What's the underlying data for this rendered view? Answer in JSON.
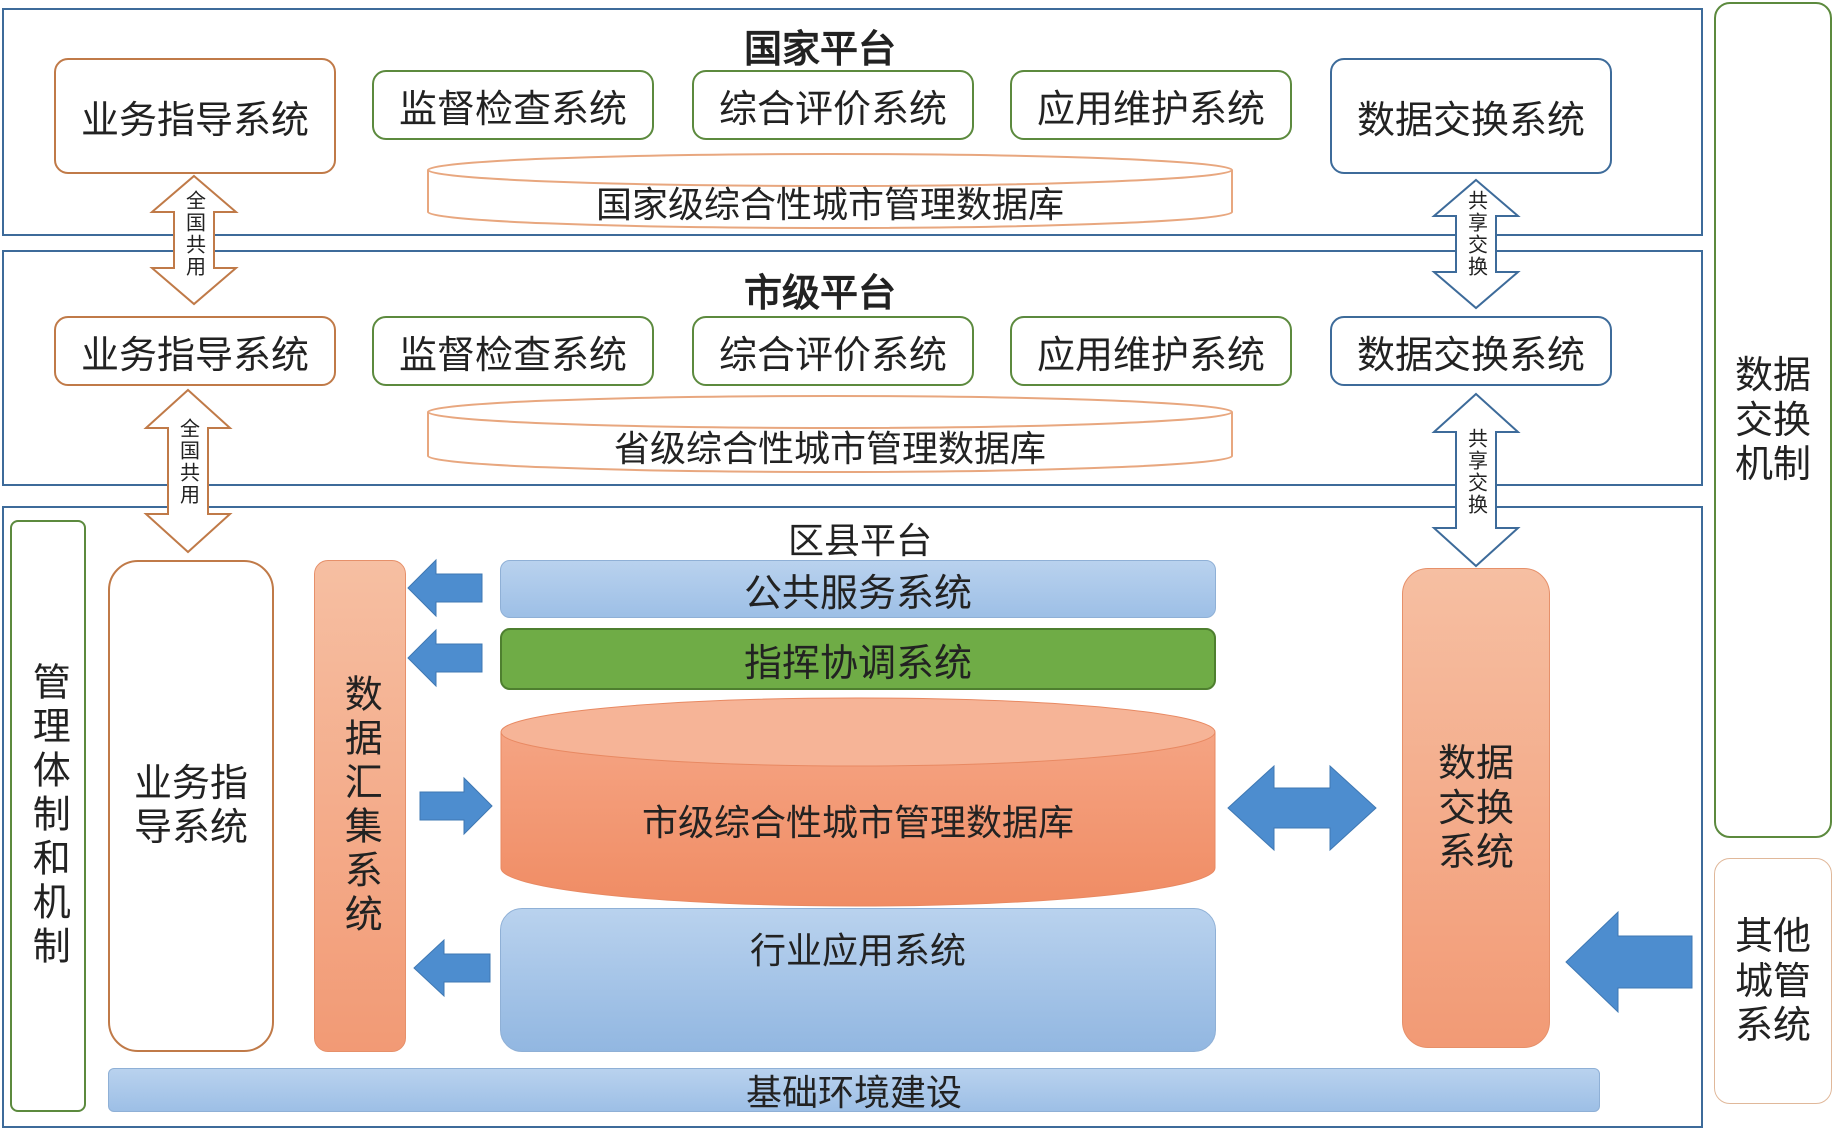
{
  "national": {
    "title": "国家平台",
    "systems": [
      "业务指导系统",
      "监督检查系统",
      "综合评价系统",
      "应用维护系统",
      "数据交换系统"
    ],
    "database": "国家级综合性城市管理数据库"
  },
  "city": {
    "title": "市级平台",
    "systems": [
      "业务指导系统",
      "监督检查系统",
      "综合评价系统",
      "应用维护系统",
      "数据交换系统"
    ],
    "database": "省级综合性城市管理数据库"
  },
  "district": {
    "title": "区县平台",
    "guidance": "业务指导系统",
    "aggregation": "数据汇集系统",
    "public_service": "公共服务系统",
    "command": "指挥协调系统",
    "database": "市级综合性城市管理数据库",
    "industry": "行业应用系统",
    "exchange": "数据交换系统",
    "infrastructure": "基础环境建设"
  },
  "arrows": {
    "shared_national": "全国共用",
    "share_exchange": "共享交换"
  },
  "side": {
    "management": "管理体制和机制",
    "exchange_mechanism": "数据交换机制",
    "other_systems": "其他城管系统"
  },
  "colors": {
    "panel_border": "#3d6b9a",
    "orange_border": "#c07a48",
    "green_border": "#5c8a3e",
    "blue_fill": "#a9c7e8",
    "green_fill": "#6fac46",
    "salmon_fill": "#f4a885",
    "arrow_blue": "#4d8dcf"
  }
}
